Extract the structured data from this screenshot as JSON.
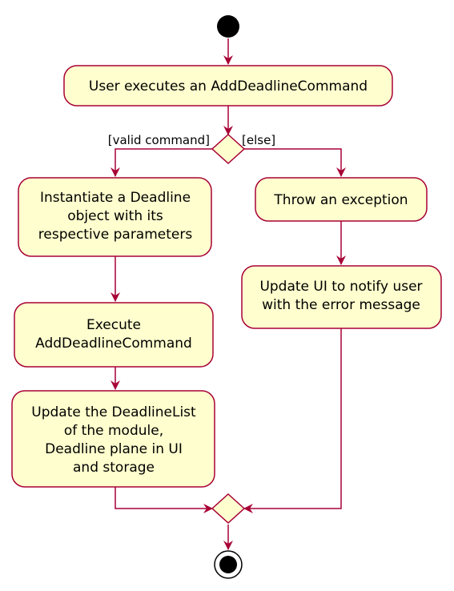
{
  "colors": {
    "node_fill": "#FEFECE",
    "node_stroke": "#A80036",
    "edge": "#A80036",
    "start_fill": "#000000"
  },
  "nodes": {
    "start": {},
    "user_executes": {
      "label": "User executes an AddDeadlineCommand"
    },
    "decision": {
      "guard_valid": "[valid command]",
      "guard_else": "[else]"
    },
    "instantiate": {
      "lines": [
        "Instantiate a Deadline",
        "object with its",
        "respective parameters"
      ]
    },
    "throw_exception": {
      "label": "Throw an exception"
    },
    "execute": {
      "lines": [
        "Execute",
        "AddDeadlineCommand"
      ]
    },
    "update_ui": {
      "lines": [
        "Update UI to notify user",
        "with the error message"
      ]
    },
    "update_list": {
      "lines": [
        "Update the DeadlineList",
        "of the module,",
        "Deadline plane in UI",
        "and storage"
      ]
    },
    "merge": {},
    "end": {}
  }
}
